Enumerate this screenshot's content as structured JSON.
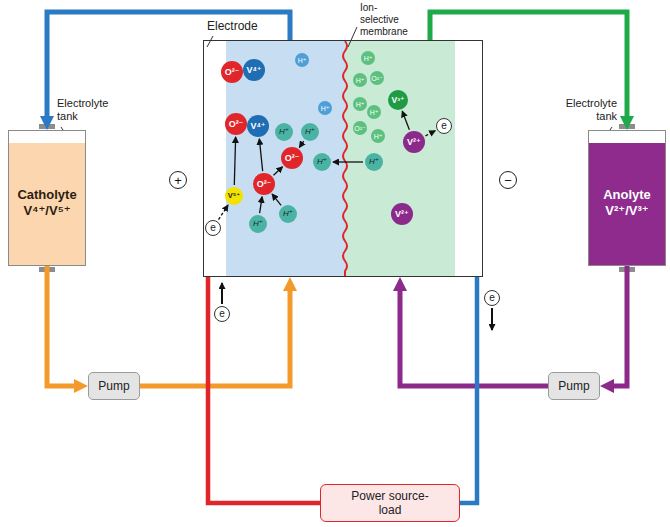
{
  "diagram": {
    "nodes": [
      {
        "text": [
          "Electrolyte tank",
          "Catholyte V⁴⁺/V⁵⁺"
        ]
      },
      {
        "text": [
          "Electrode"
        ]
      },
      {
        "text": [
          "Electrolyte tank",
          "Anolyte V²⁺/V³⁺"
        ]
      },
      {
        "text": [
          "Pump"
        ]
      },
      {
        "text": [
          "Pump"
        ]
      },
      {
        "text": [
          "Power source-load"
        ]
      }
    ],
    "edges": [
      {
        "from": 1,
        "to": 0,
        "arrow": "to"
      },
      {
        "from": 0,
        "to": 3,
        "arrow": "to"
      },
      {
        "from": 3,
        "to": 1,
        "arrow": "to"
      },
      {
        "from": 1,
        "to": 2,
        "arrow": "to"
      },
      {
        "from": 2,
        "to": 4,
        "arrow": "to"
      },
      {
        "from": 4,
        "to": 1,
        "arrow": "to"
      },
      {
        "from": 1,
        "to": 5,
        "arrow": "none"
      },
      {
        "from": 1,
        "to": 5,
        "arrow": "none"
      }
    ],
    "labels": [
      "Ion-selective membrane",
      "+",
      "−",
      "O²⁻",
      "V⁴⁺",
      "H⁺",
      "O²⁻",
      "V⁴⁺",
      "H⁺",
      "H⁺",
      "H⁺",
      "O²⁻",
      "V⁵⁺",
      "O²⁻",
      "H⁺",
      "H⁺",
      "H⁺",
      "e",
      "H⁺",
      "H⁺",
      "O²⁻",
      "H⁺",
      "V³⁺",
      "H⁺",
      "O²⁻",
      "H⁺",
      "V²⁺",
      "e",
      "H⁺",
      "V²⁺",
      "e",
      "e"
    ]
  }
}
